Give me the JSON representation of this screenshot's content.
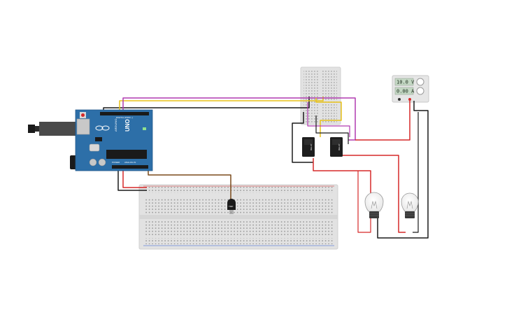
{
  "arduino": {
    "brand": "ARDUINO",
    "model": "UNO",
    "digital_label": "DIGITAL (PWM ~)",
    "analog_label": "ANALOG IN",
    "power_label": "POWER"
  },
  "power_supply": {
    "voltage": "10.0 V",
    "current": "0.00 A"
  },
  "sensor": {
    "label": "TMP"
  },
  "relays": [
    {
      "label": "RELAY"
    },
    {
      "label": "RELAY"
    }
  ],
  "lamps": [
    {
      "label": ""
    },
    {
      "label": ""
    }
  ],
  "colors": {
    "wire_black": "#1a1a1a",
    "wire_red": "#d62828",
    "wire_yellow": "#e8c21a",
    "wire_magenta": "#b03ab0",
    "wire_brown": "#7a4a1a",
    "arduino_blue": "#2d6fa8",
    "breadboard": "#e3e3e3"
  }
}
